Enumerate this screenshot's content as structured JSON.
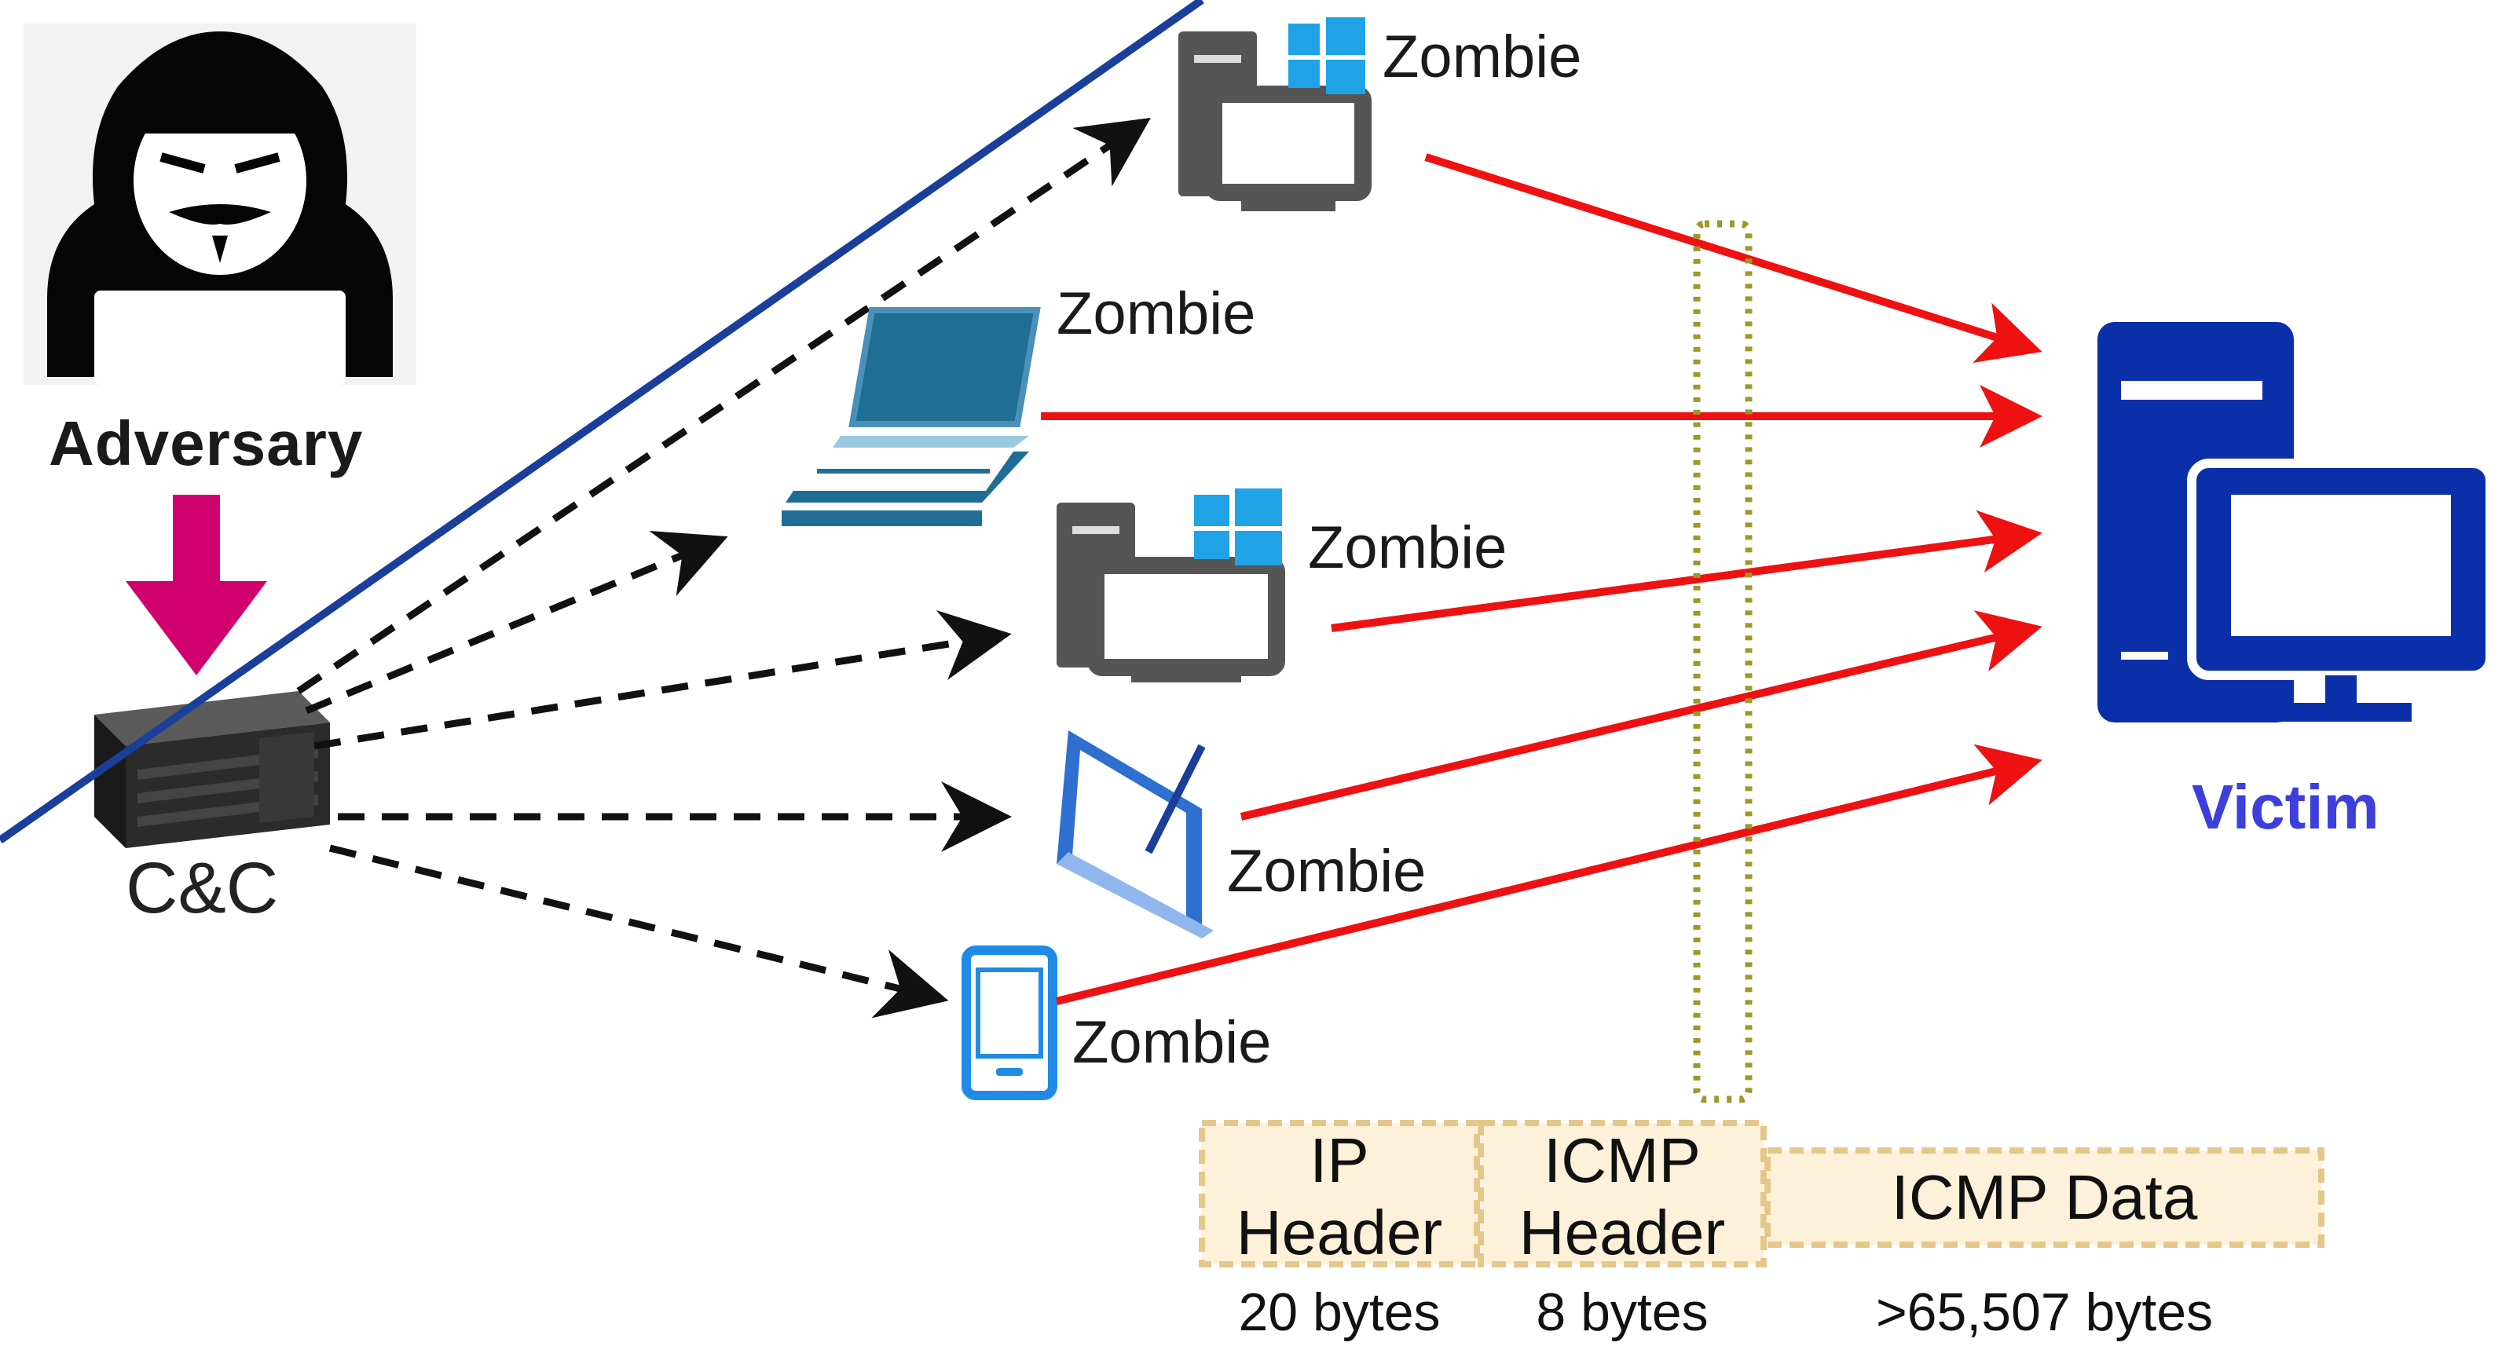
{
  "adversary": {
    "label": "Adversary"
  },
  "cnc": {
    "label": "C&C"
  },
  "zombies": [
    {
      "label": "Zombie",
      "device": "windows-desktop-icon"
    },
    {
      "label": "Zombie",
      "device": "laptop-icon"
    },
    {
      "label": "Zombie",
      "device": "windows-desktop-icon"
    },
    {
      "label": "Zombie",
      "device": "tablet-icon"
    },
    {
      "label": "Zombie",
      "device": "smartphone-icon"
    }
  ],
  "victim": {
    "label": "Victim",
    "device": "desktop-icon"
  },
  "packet": {
    "segments": [
      {
        "line1": "IP",
        "line2": "Header",
        "size": "20 bytes"
      },
      {
        "line1": "ICMP",
        "line2": "Header",
        "size": "8 bytes"
      },
      {
        "line1": "ICMP Data",
        "line2": "",
        "size": ">65,507 bytes"
      }
    ]
  },
  "colors": {
    "command_arrow": "#111111",
    "attack_arrow": "#ee1111",
    "adversary_arrow": "#d0006f",
    "victim": "#0b2fa8",
    "victim_label": "#3d3fdc",
    "zombie_gray": "#555555",
    "windows_logo": "#1fa3e6",
    "laptop_blue": "#1f6e96",
    "packet_border": "#e6c78a",
    "packet_fill": "#fdf1da",
    "bracket": "#9a9a2a"
  }
}
